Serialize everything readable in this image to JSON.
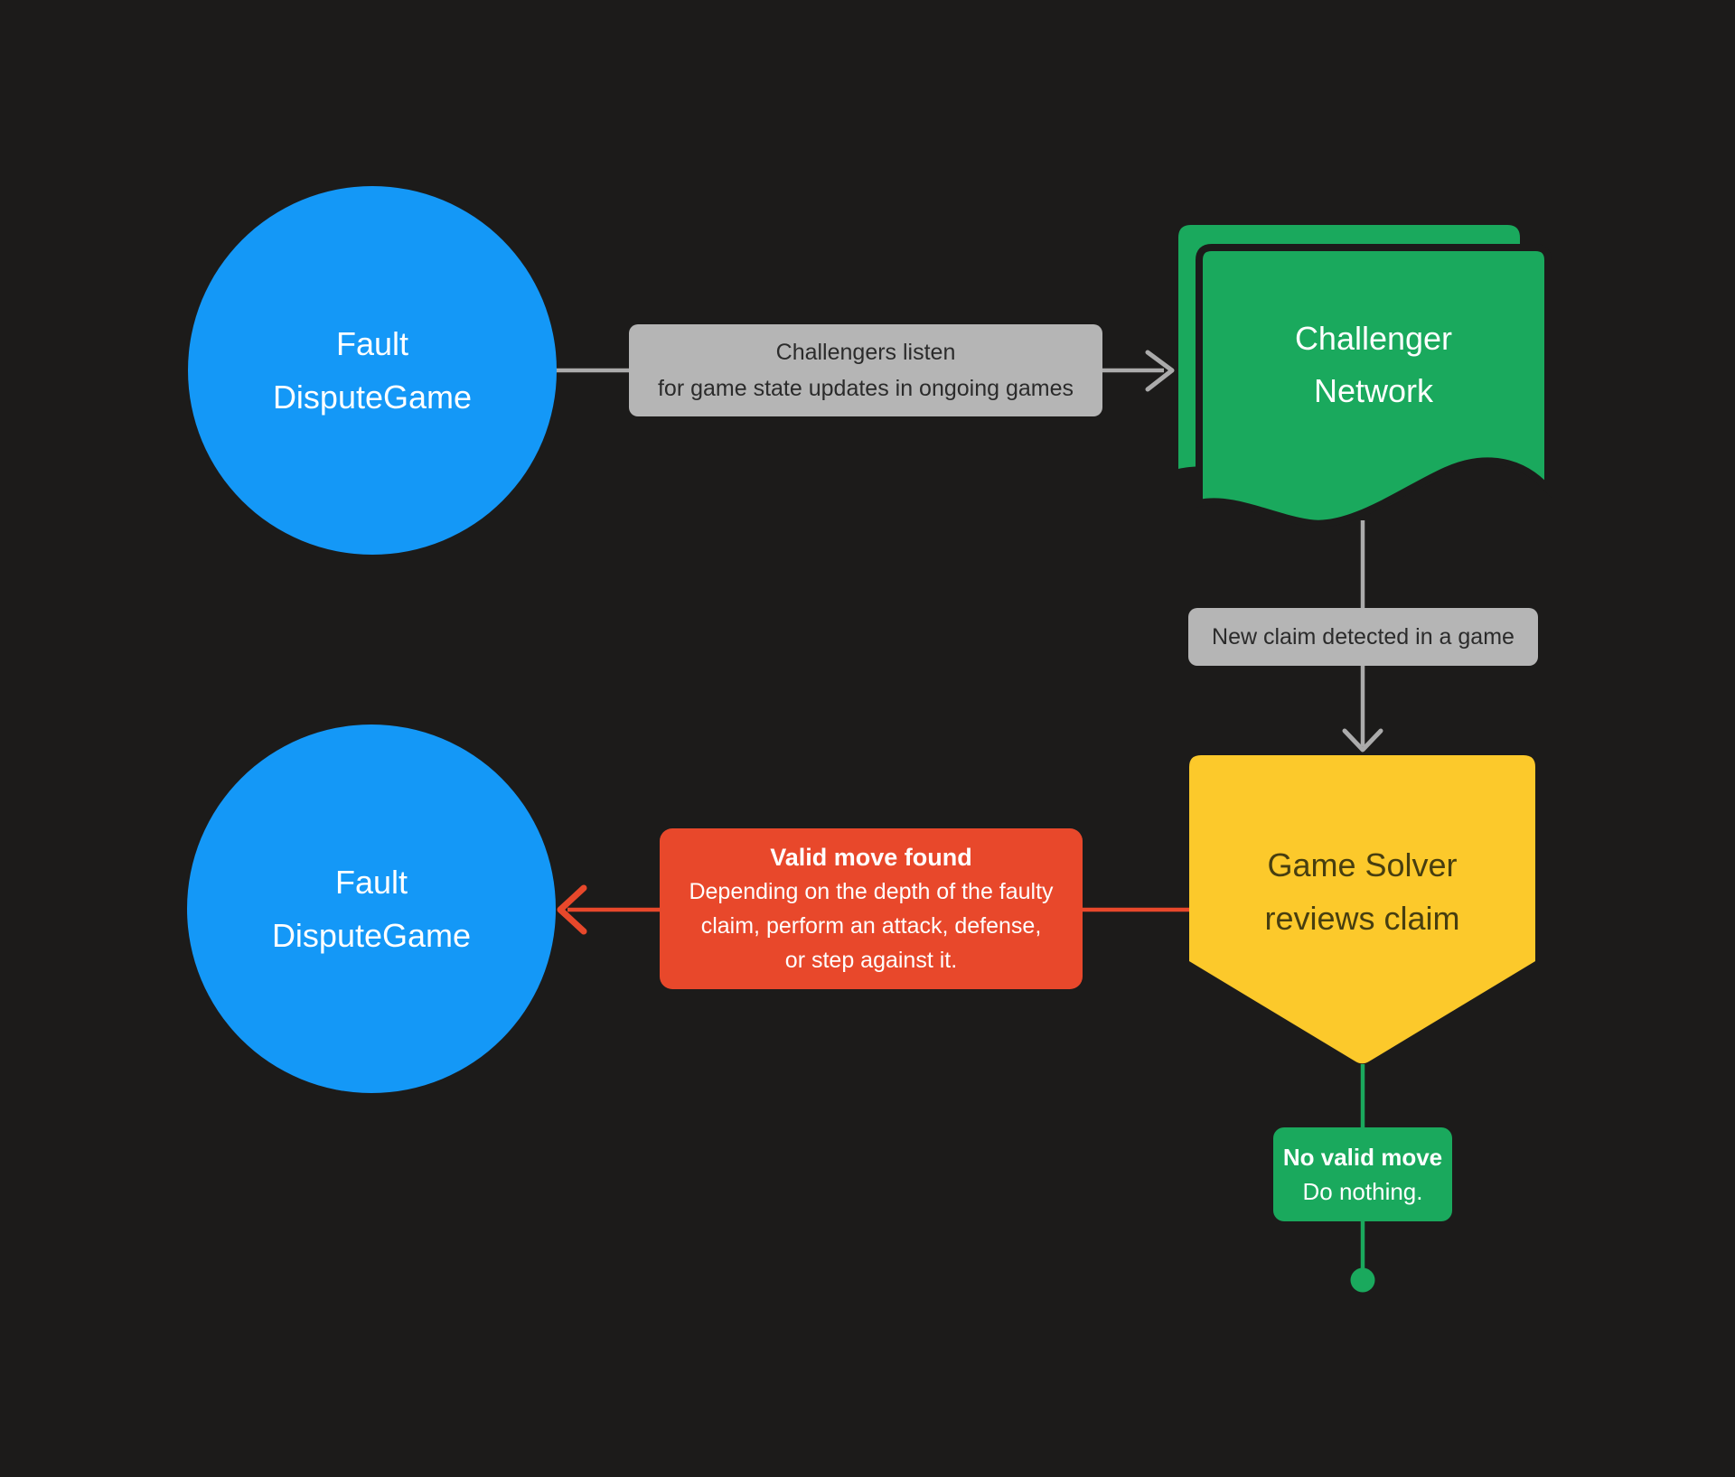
{
  "colors": {
    "bg": "#1C1B1A",
    "blue": "#1498F7",
    "green": "#1AA95D",
    "yellow": "#FCC92B",
    "red": "#E8482B",
    "gray-box": "#B5B5B5",
    "gray-line": "#ABABAB",
    "text-dark": "#2B2B2B",
    "text-on-yellow": "#473E10",
    "text-light": "#FFFFFF"
  },
  "nodes": {
    "fault_top": {
      "line1": "Fault",
      "line2": "DisputeGame"
    },
    "challenger_network": {
      "line1": "Challenger",
      "line2": "Network"
    },
    "game_solver": {
      "line1": "Game Solver",
      "line2": "reviews claim"
    },
    "fault_bottom": {
      "line1": "Fault",
      "line2": "DisputeGame"
    }
  },
  "edge_labels": {
    "listen": {
      "line1": "Challengers listen",
      "line2": "for game state updates in ongoing games"
    },
    "new_claim": {
      "text": "New claim detected in a game"
    },
    "valid_move": {
      "title": "Valid move found",
      "lines": [
        "Depending on the depth of the faulty",
        "claim, perform an attack, defense,",
        "or step against it."
      ]
    },
    "no_valid_move": {
      "title": "No valid move",
      "body": "Do nothing."
    }
  }
}
